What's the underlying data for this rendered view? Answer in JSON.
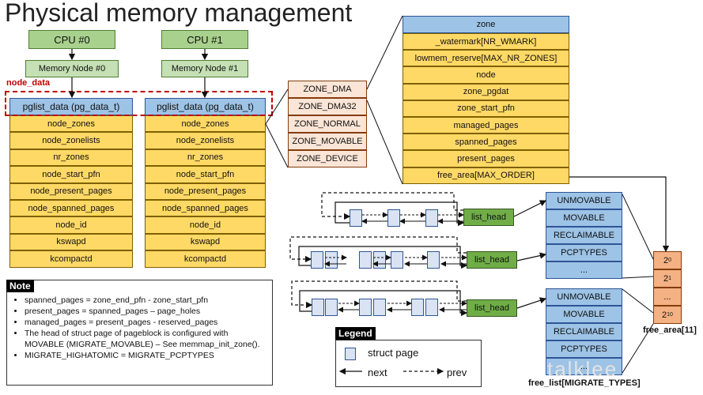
{
  "title": "Physical memory management",
  "cpus": [
    {
      "cpu": "CPU #0",
      "node": "Memory Node #0",
      "pglist": "pglist_data (pg_data_t)"
    },
    {
      "cpu": "CPU #1",
      "node": "Memory Node #1",
      "pglist": "pglist_data (pg_data_t)"
    }
  ],
  "node_data_label": "node_data",
  "pglist_fields": [
    "node_zones",
    "node_zonelists",
    "nr_zones",
    "node_start_pfn",
    "node_present_pages",
    "node_spanned_pages",
    "node_id",
    "kswapd",
    "kcompactd"
  ],
  "zones": [
    "ZONE_DMA",
    "ZONE_DMA32",
    "ZONE_NORMAL",
    "ZONE_MOVABLE",
    "ZONE_DEVICE"
  ],
  "zone_struct": {
    "header": "zone",
    "fields": [
      "_watermark[NR_WMARK]",
      "lowmem_reserve[MAX_NR_ZONES]",
      "node",
      "zone_pgdat",
      "zone_start_pfn",
      "managed_pages",
      "spanned_pages",
      "present_pages",
      "free_area[MAX_ORDER]"
    ]
  },
  "list_head_label": "list_head",
  "migrate_types": [
    "UNMOVABLE",
    "MOVABLE",
    "RECLAIMABLE",
    "PCPTYPES",
    "..."
  ],
  "free_area": {
    "cells": [
      {
        "base": "2",
        "exp": "0"
      },
      {
        "base": "2",
        "exp": "1"
      },
      {
        "base": "...",
        "exp": ""
      },
      {
        "base": "2",
        "exp": "10"
      }
    ],
    "label": "free_area[11]"
  },
  "free_list_label": "free_list[MIGRATE_TYPES]",
  "note": {
    "heading": "Note",
    "items": [
      "spanned_pages = zone_end_pfn - zone_start_pfn",
      "present_pages = spanned_pages – page_holes",
      "managed_pages = present_pages - reserved_pages",
      "The head of struct page of pageblock is configured with MOVABLE (MIGRATE_MOVABLE) – See memmap_init_zone().",
      "MIGRATE_HIGHATOMIC = MIGRATE_PCPTYPES"
    ]
  },
  "legend": {
    "heading": "Legend",
    "struct_page": "struct page",
    "next": "next",
    "prev": "prev"
  },
  "watermark_text": "talklee",
  "colors": {
    "cpu_green": "#a9d18e",
    "struct_blue": "#9dc3e6",
    "field_yellow": "#ffd966",
    "zone_pink": "#fbe5d6",
    "list_head_green": "#70ad47",
    "free_area_orange": "#f4b183",
    "node_data_red": "#c00000"
  }
}
